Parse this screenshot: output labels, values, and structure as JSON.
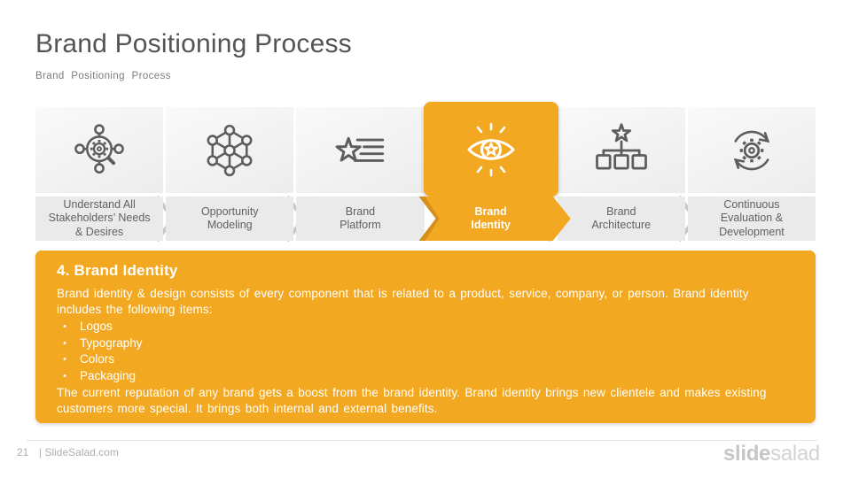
{
  "slide": {
    "title": "Brand Positioning Process",
    "subtitle": "Brand Positioning Process"
  },
  "steps": [
    {
      "label": "Understand All\nStakeholders’ Needs\n& Desires",
      "icon": "stakeholders-analysis-icon",
      "active": false
    },
    {
      "label": "Opportunity\nModeling",
      "icon": "network-nodes-icon",
      "active": false
    },
    {
      "label": "Brand\nPlatform",
      "icon": "star-lines-icon",
      "active": false
    },
    {
      "label": "Brand\nIdentity",
      "icon": "eye-star-icon",
      "active": true
    },
    {
      "label": "Brand\nArchitecture",
      "icon": "hierarchy-star-icon",
      "active": false
    },
    {
      "label": "Continuous\nEvaluation &\nDevelopment",
      "icon": "gear-refresh-icon",
      "active": false
    }
  ],
  "detail": {
    "heading": "4. Brand Identity",
    "paragraph1": "Brand identity & design consists of every component that is related to a product, service, company, or person. Brand identity includes the following items:",
    "bullet_char": "•",
    "bullets": [
      "Logos",
      "Typography",
      "Colors",
      "Packaging"
    ],
    "paragraph2": "The current reputation of any brand gets a boost from the brand identity. Brand identity brings new clientele and makes existing customers more special. It brings both internal and external benefits."
  },
  "footer": {
    "page_number": "21",
    "site": "| SlideSalad.com",
    "logo_bold": "slide",
    "logo_light": "salad"
  },
  "colors": {
    "accent_orange": "#F3A821",
    "accent_orange_dark": "#D68F1A",
    "icon_gray": "#5D5D5D",
    "band_gray": "#EAEAEA",
    "text_gray": "#545454"
  }
}
